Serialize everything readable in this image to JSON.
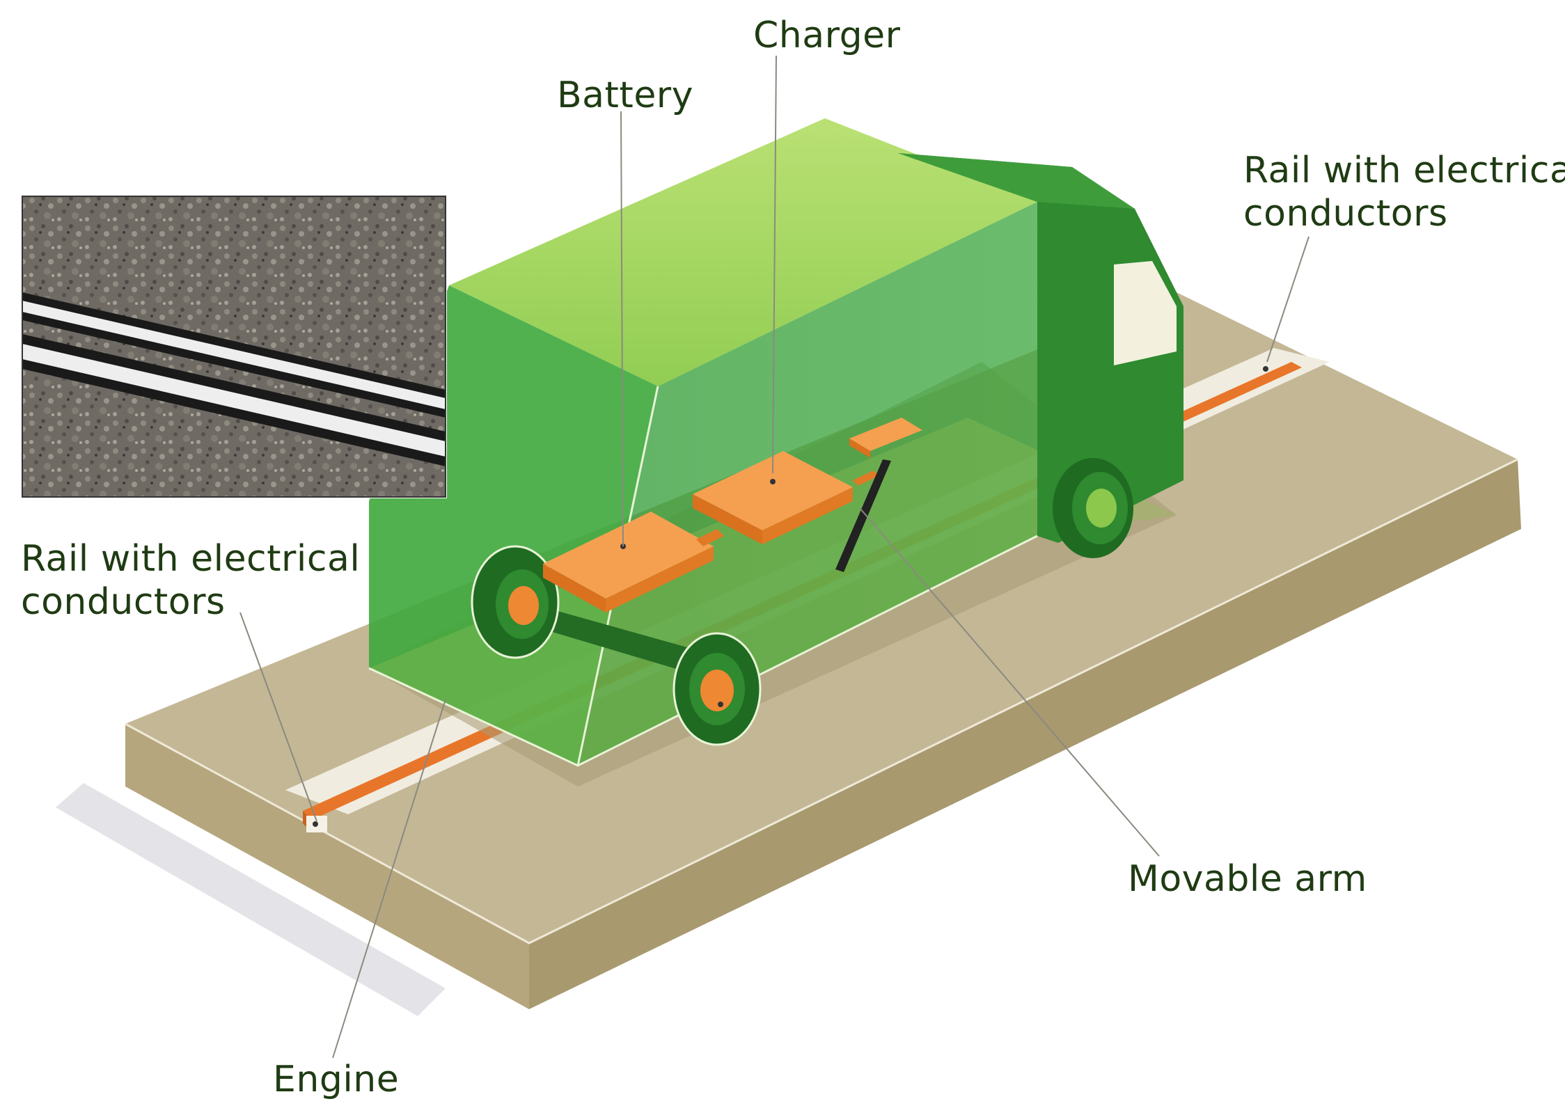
{
  "labels": {
    "charger": "Charger",
    "battery": "Battery",
    "rail_right": {
      "line1": "Rail with electrical",
      "line2": "conductors"
    },
    "rail_left": {
      "line1": "Rail with electrical",
      "line2": "conductors"
    },
    "movable_arm": "Movable arm",
    "engine": "Engine"
  },
  "colors": {
    "label_text": "#1f3b13",
    "leader_line": "#8a8a80",
    "road_top": "#c4b795",
    "road_front": "#b5a67d",
    "road_side": "#a8996f",
    "lane_stripe": "#f0ece0",
    "rail": "#e8762a",
    "truck_dark_green": "#2d8a2f",
    "truck_light_green": "#9fd154",
    "battery_orange": "#f08a33",
    "inset_photo": "#6f6b64"
  },
  "icons": [
    "road-slab",
    "truck-cargo-box",
    "truck-cab",
    "wheel",
    "battery-pack",
    "charger-unit",
    "movable-arm",
    "rail-photo-inset"
  ]
}
